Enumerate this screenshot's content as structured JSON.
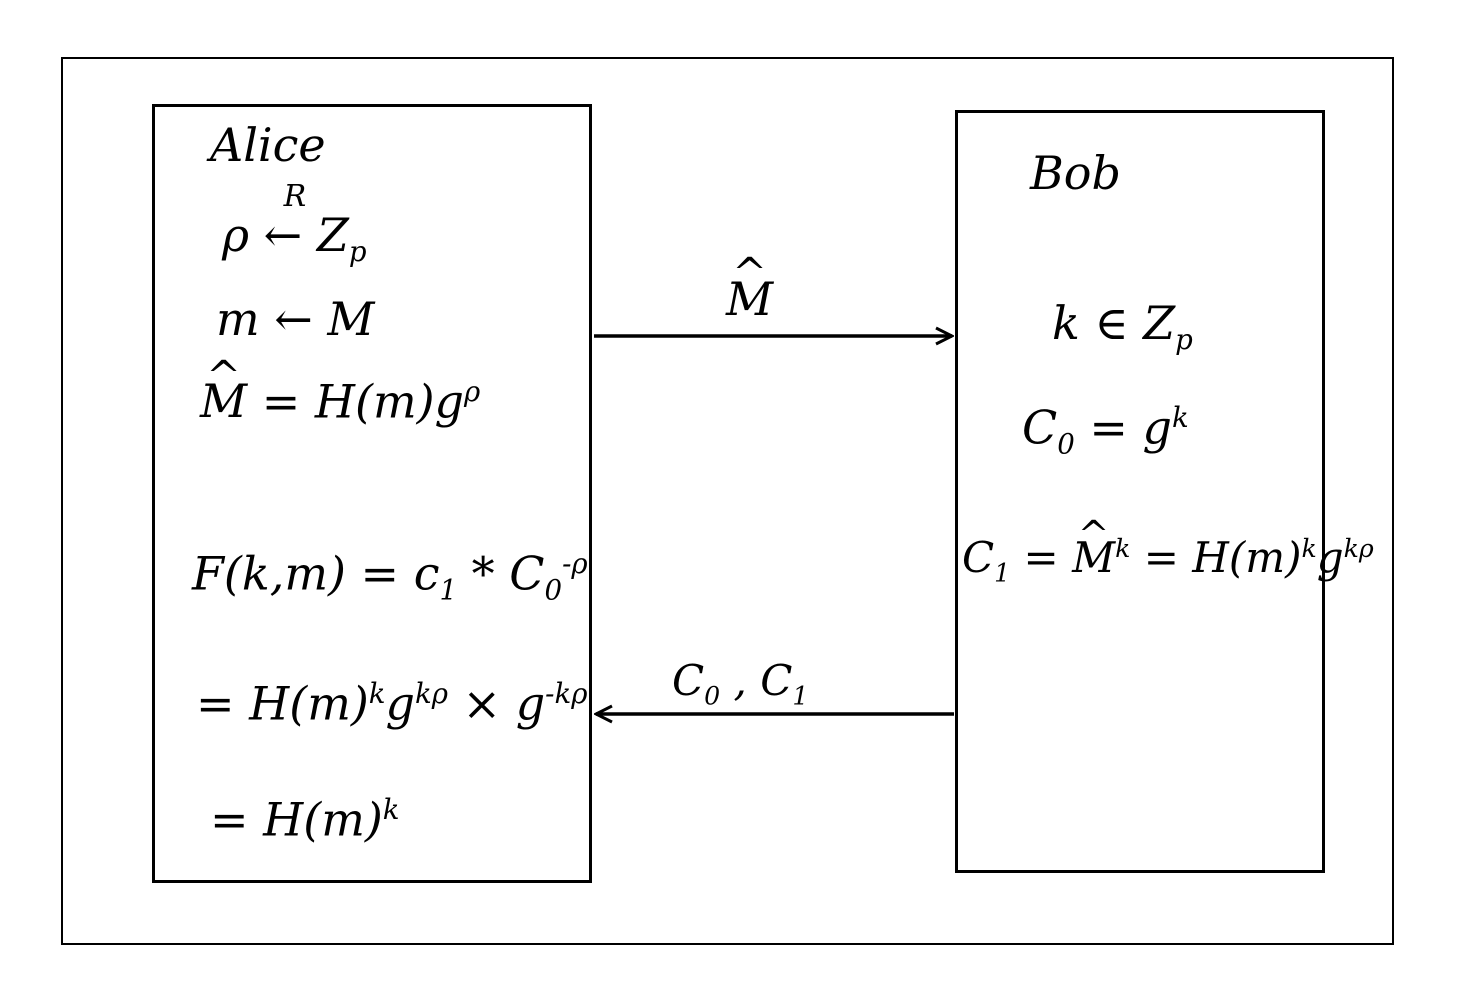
{
  "alice": {
    "name": "Alice",
    "line1_pre": "ρ ",
    "line1_arrow_label": "R",
    "line1_post": " Z",
    "line1_sub": "p",
    "line2": "m ← M",
    "line3_hatvar": "M",
    "line3_rest": " = H(m)g",
    "line3_sup": "ρ",
    "line4_pre": "F(k,m) = c",
    "line4_sub1": "1",
    "line4_mid": " * C",
    "line4_sub2": "0",
    "line4_sup": "-ρ",
    "line5_pre": "= H(m)",
    "line5_sup1": "k",
    "line5_mid": "g",
    "line5_sup2": "kρ",
    "line5_x": " × g",
    "line5_sup3": "-kρ",
    "line6_pre": "= H(m)",
    "line6_sup": "k"
  },
  "bob": {
    "name": "Bob",
    "line1": "k ∈ Z",
    "line1_sub": "p",
    "line2_pre": "C",
    "line2_sub": "0",
    "line2_mid": " = g",
    "line2_sup": "k",
    "line3_pre": "C",
    "line3_sub": "1",
    "line3_mid": " = ",
    "line3_hatvar": "M",
    "line3_sup1": "k",
    "line3_rest": " = H(m)",
    "line3_sup2": "k",
    "line3_g": "g",
    "line3_sup3": "kρ"
  },
  "messages": {
    "to_bob": "M",
    "to_alice_c0": "C",
    "to_alice_c0_sub": "0",
    "to_alice_sep": " , ",
    "to_alice_c1": "C",
    "to_alice_c1_sub": "1"
  }
}
